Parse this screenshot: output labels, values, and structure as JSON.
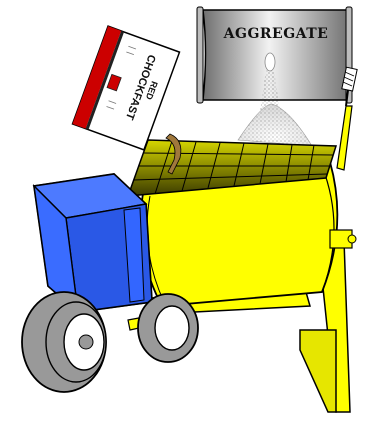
{
  "hopper": {
    "label": "AGGREGATE"
  },
  "bag": {
    "brand": "CHOCKFAST",
    "color_name": "RED"
  },
  "colors": {
    "mixer_body": "#ffff00",
    "motor_housing": "#3366ff",
    "tire": "#999999",
    "hopper": "#c8c8c8",
    "bag_accent": "#cc0000",
    "outline": "#000000"
  },
  "icons": [
    "aggregate-hopper-icon",
    "chockfast-bag-icon",
    "mortar-mixer-icon",
    "wheel-icon"
  ]
}
